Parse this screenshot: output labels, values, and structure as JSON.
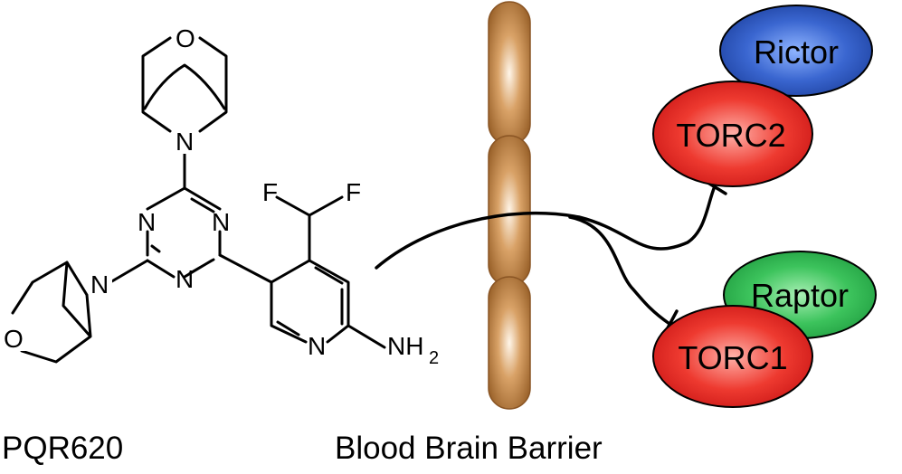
{
  "captions": {
    "compound": "PQR620",
    "barrier": "Blood Brain Barrier"
  },
  "molecule_atoms": {
    "oxygen_top": "O",
    "oxygen_left": "O",
    "n_bridge_top": "N",
    "n_bridge_left": "N",
    "n_triazine_1": "N",
    "n_triazine_2": "N",
    "n_triazine_3": "N",
    "fluorine_1": "F",
    "fluorine_2": "F",
    "n_pyridine": "N",
    "amine": "NH",
    "amine_subscript": "2"
  },
  "complexes": {
    "rictor": "Rictor",
    "torc2": "TORC2",
    "raptor": "Raptor",
    "torc1": "TORC1"
  },
  "colors": {
    "membrane": "#b57a3e",
    "membrane_highlight": "#fff6ea",
    "rictor": "#2850b4",
    "torc": "#e02020",
    "raptor": "#2db04f"
  }
}
